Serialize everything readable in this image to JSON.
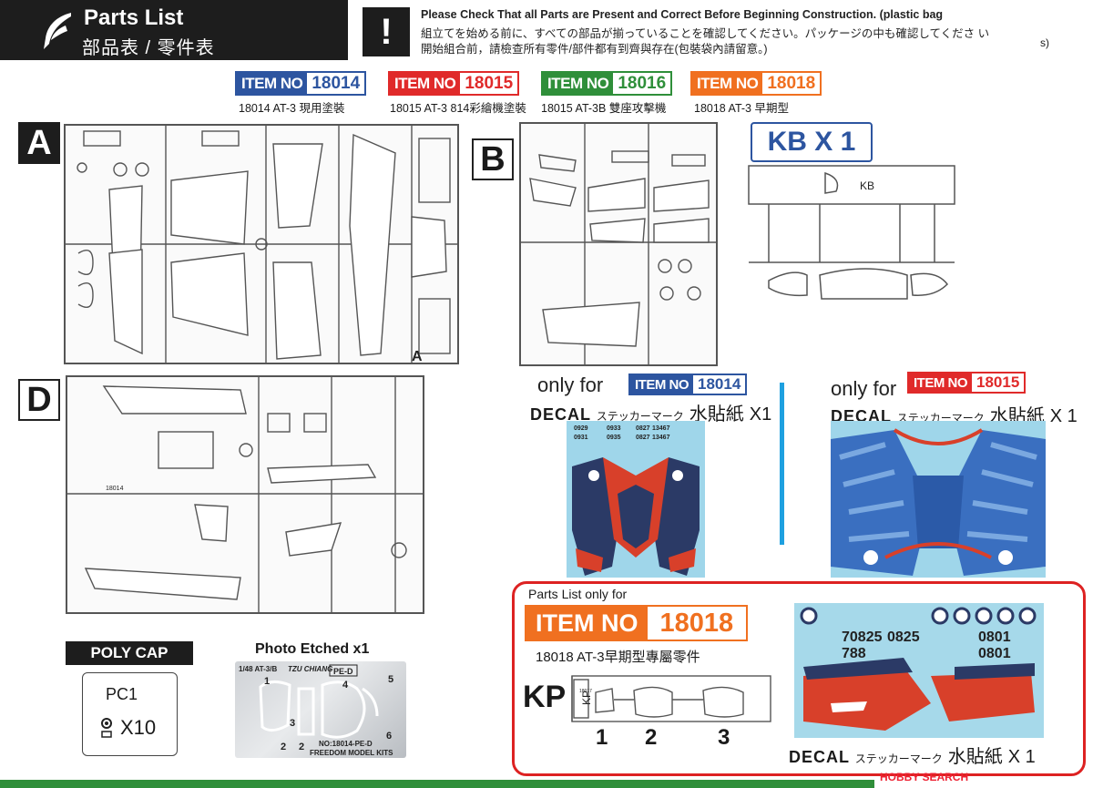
{
  "header": {
    "title_en": "Parts List",
    "title_cn": "部品表 / 零件表",
    "warning_symbol": "!",
    "notice_en": "Please Check That all Parts are Present and Correct Before Beginning Construction. (plastic bag",
    "notice_jp": "組立てを始める前に、すべての部品が揃っていることを確認してください。パッケージの中も確認してくださ い",
    "notice_tc": "開始組合前，請檢查所有零件/部件都有到齊與存在(包裝袋內請留意。)",
    "notice_tail": "s)"
  },
  "items": [
    {
      "label": "ITEM NO",
      "number": "18014",
      "caption": "18014 AT-3 現用塗裝",
      "color": "#2d55a0"
    },
    {
      "label": "ITEM NO",
      "number": "18015",
      "caption": "18015 AT-3 814彩繪機塗裝",
      "color": "#e02a2a"
    },
    {
      "label": "ITEM NO",
      "number": "18016",
      "caption": "18015 AT-3B 雙座攻擊機",
      "color": "#2f8f3a"
    },
    {
      "label": "ITEM NO",
      "number": "18018",
      "caption": "18018 AT-3 早期型",
      "color": "#f07020"
    }
  ],
  "sprues": {
    "a": {
      "letter": "A",
      "corner_label": "A"
    },
    "b": {
      "letter": "B"
    },
    "d": {
      "letter": "D",
      "part_code": "18014"
    },
    "kb": {
      "label": "KB X 1",
      "tag": "KB"
    }
  },
  "decal_18014": {
    "only_for": "only for",
    "badge_label": "ITEM NO",
    "badge_number": "18014",
    "decal_word": "DECAL",
    "decal_jp": "ステッカーマーク",
    "decal_cn": "水貼紙",
    "qty": "X1",
    "codes": [
      "0929",
      "0933",
      "0827",
      "13467",
      "0931",
      "0935",
      "0827",
      "13467"
    ]
  },
  "decal_18015": {
    "only_for": "only for",
    "badge_label": "ITEM NO",
    "badge_number": "18015",
    "decal_word": "DECAL",
    "decal_jp": "ステッカーマーク",
    "decal_cn": "水貼紙",
    "qty": "X 1"
  },
  "kp_section": {
    "title": "Parts List only for",
    "badge_label": "ITEM NO",
    "badge_number": "18018",
    "caption": "18018 AT-3早期型專屬零件",
    "sprue_label": "KP",
    "sprue_tag": "KP",
    "sprue_code": "18017",
    "part_numbers": [
      "1",
      "2",
      "3"
    ],
    "decal_word": "DECAL",
    "decal_jp": "ステッカーマーク",
    "decal_cn": "水貼紙",
    "qty": "X 1",
    "decal_codes": [
      "70825",
      "0825",
      "788",
      "0801",
      "0801"
    ]
  },
  "poly_cap": {
    "title": "POLY CAP",
    "id": "PC1",
    "qty": "X10"
  },
  "photo_etched": {
    "title": "Photo Etched x1",
    "scale_text": "1/48 AT-3/B",
    "author": "TZU CHIANG",
    "fret_tag": "PE-D",
    "fret_code": "NO:18014-PE-D",
    "maker": "FREEDOM MODEL KITS",
    "part_numbers": [
      "1",
      "2",
      "3",
      "4",
      "5",
      "6",
      "2"
    ]
  },
  "watermark": "HOBBY SEARCH",
  "colors": {
    "blue": "#2d55a0",
    "red": "#e02a2a",
    "green": "#2f8f3a",
    "orange": "#f07020",
    "dark": "#1d1d1d",
    "decal_blue": "#3a6fc0",
    "decal_red": "#d8402a"
  }
}
